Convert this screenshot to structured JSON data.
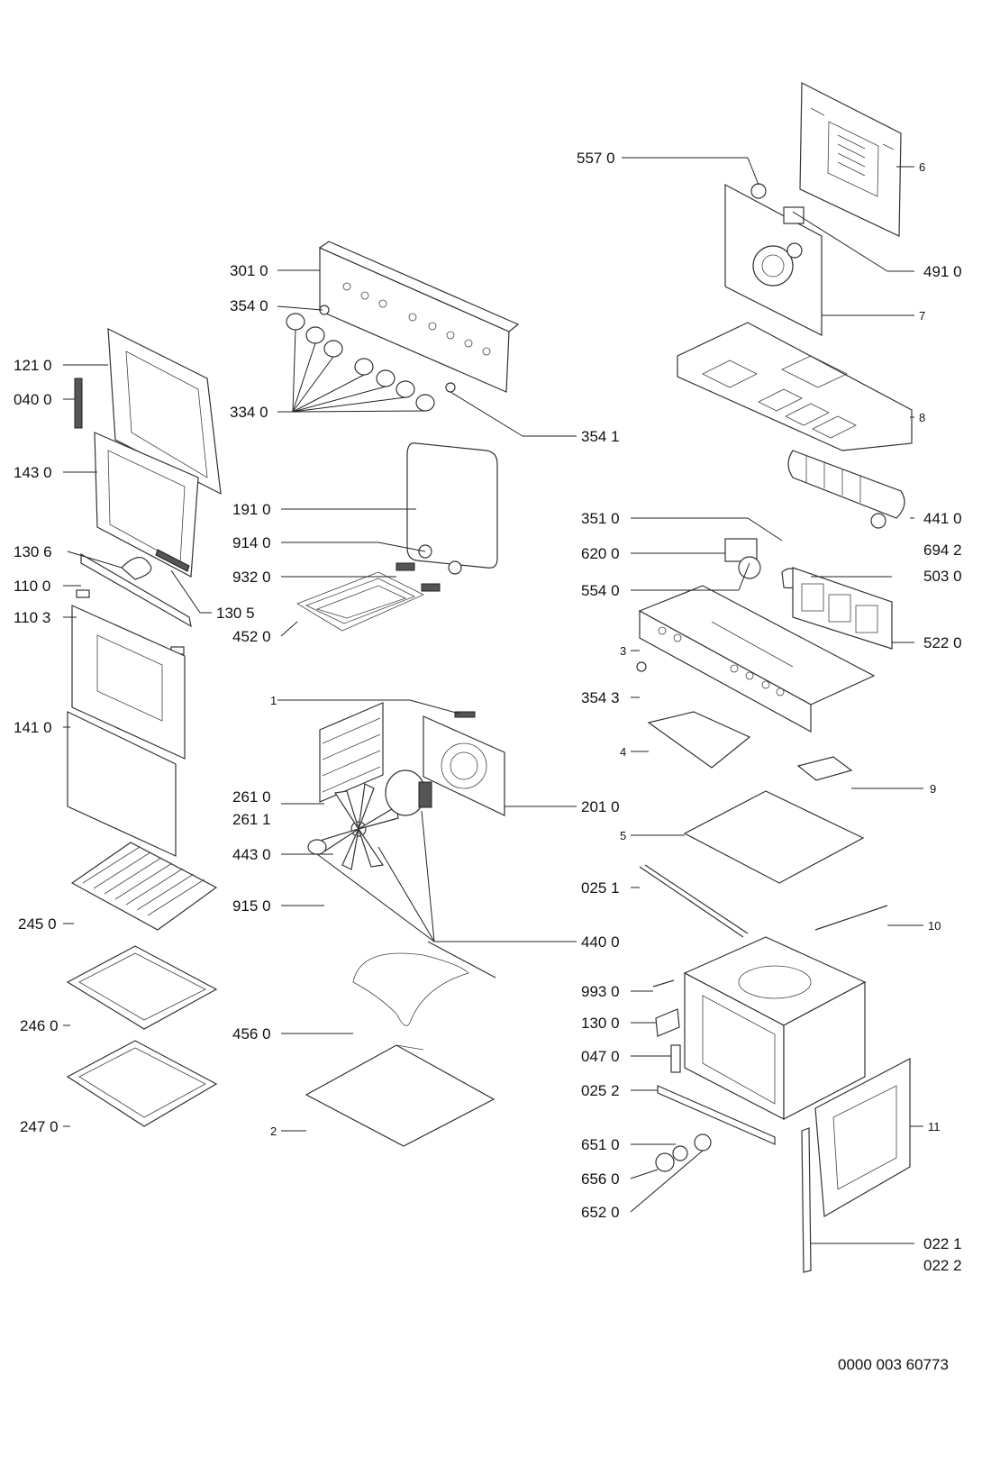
{
  "doc_number": "0000 003 60773",
  "labels": {
    "p557_0": "557 0",
    "p6": "6",
    "p491_0": "491 0",
    "p7": "7",
    "p8": "8",
    "p301_0": "301 0",
    "p354_0": "354 0",
    "p334_0": "334 0",
    "p354_1": "354 1",
    "p121_0": "121 0",
    "p040_0": "040 0",
    "p143_0": "143 0",
    "p130_6": "130 6",
    "p110_0": "110 0",
    "p130_5": "130 5",
    "p110_3": "110 3",
    "p141_0": "141 0",
    "p245_0": "245 0",
    "p246_0": "246 0",
    "p247_0": "247 0",
    "p191_0": "191 0",
    "p914_0": "914 0",
    "p932_0": "932 0",
    "p452_0": "452 0",
    "p1": "1",
    "p261_0": "261 0",
    "p261_1": "261 1",
    "p201_0": "201 0",
    "p443_0": "443 0",
    "p915_0": "915 0",
    "p440_0": "440 0",
    "p456_0": "456 0",
    "p2": "2",
    "p441_0": "441 0",
    "p694_2": "694 2",
    "p351_0": "351 0",
    "p620_0": "620 0",
    "p503_0": "503 0",
    "p554_0": "554 0",
    "p522_0": "522 0",
    "p3": "3",
    "p354_3": "354 3",
    "p4": "4",
    "p9": "9",
    "p5": "5",
    "p025_1": "025 1",
    "p10": "10",
    "p993_0": "993 0",
    "p130_0": "130 0",
    "p047_0": "047 0",
    "p025_2": "025 2",
    "p11": "11",
    "p651_0": "651 0",
    "p656_0": "656 0",
    "p652_0": "652 0",
    "p022_1": "022 1",
    "p022_2": "022 2"
  }
}
